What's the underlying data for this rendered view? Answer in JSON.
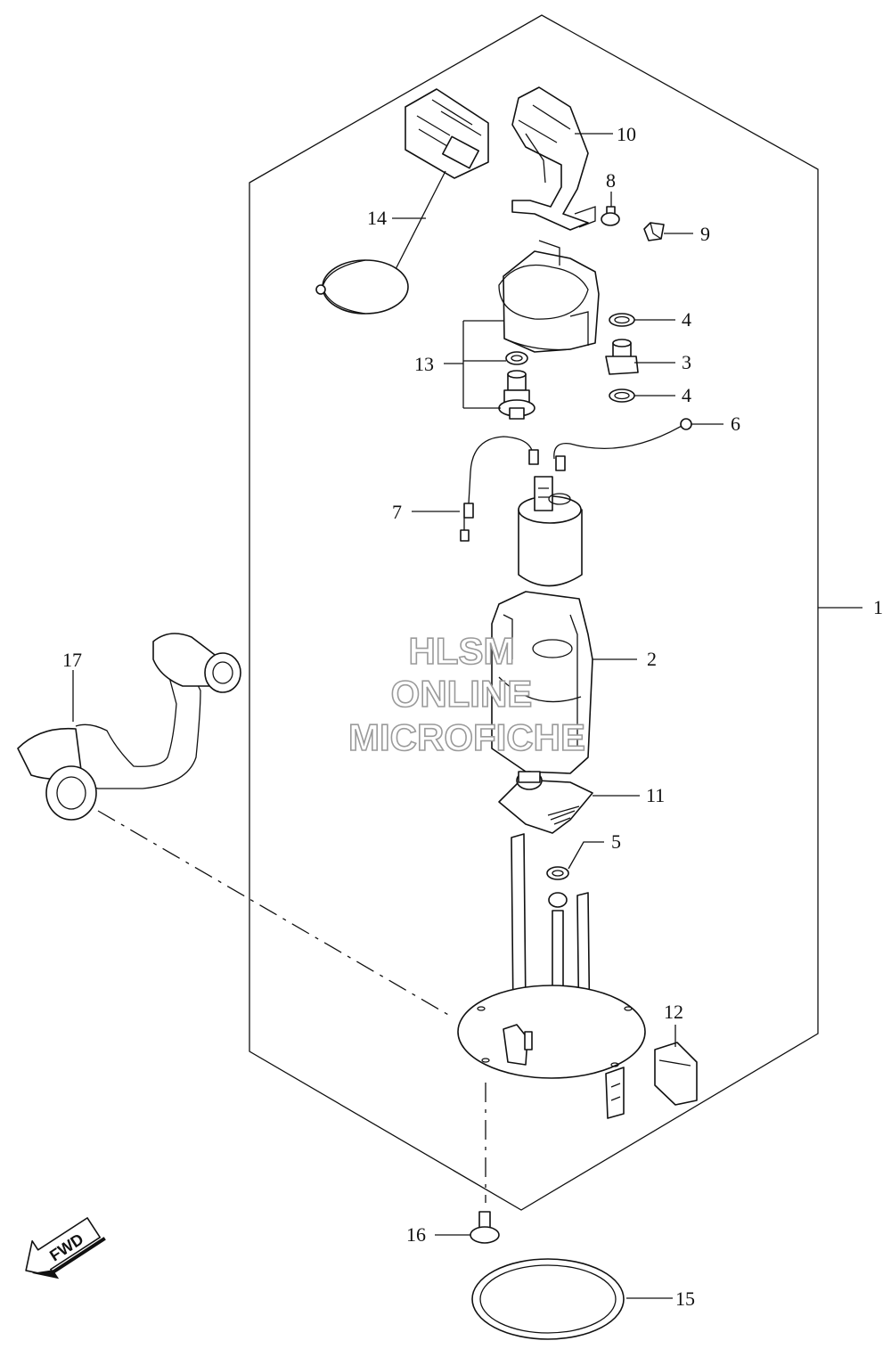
{
  "callouts": {
    "p1": "1",
    "p2": "2",
    "p3": "3",
    "p4a": "4",
    "p4b": "4",
    "p5": "5",
    "p6": "6",
    "p7": "7",
    "p8": "8",
    "p9": "9",
    "p10": "10",
    "p11": "11",
    "p12": "12",
    "p13": "13",
    "p14": "14",
    "p15": "15",
    "p16": "16",
    "p17": "17"
  },
  "direction_badge": {
    "label": "FWD"
  },
  "watermark": {
    "line1": "HLSM",
    "line2": "ONLINE",
    "line3": "MICROFICHE"
  },
  "icons": {
    "direction": "fwd-arrow-icon"
  }
}
